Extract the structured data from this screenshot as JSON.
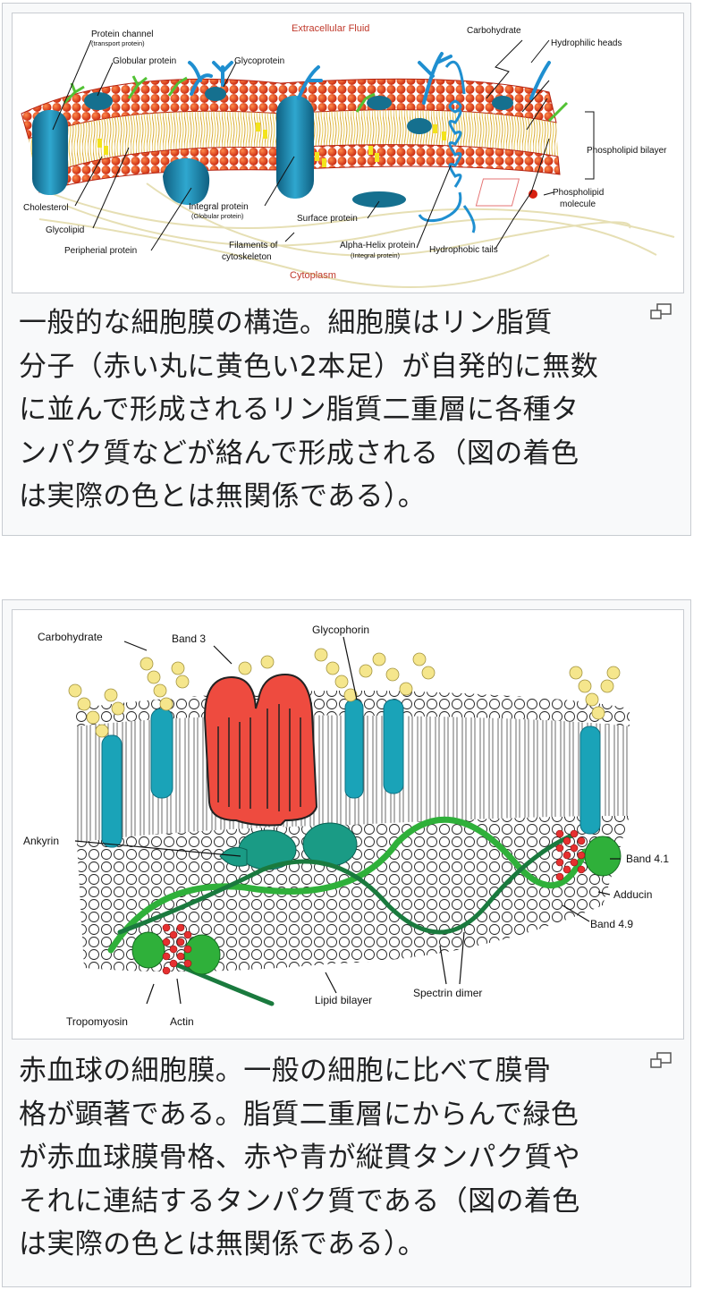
{
  "figure1": {
    "labels": {
      "extracellular": "Extracellular Fluid",
      "protein_channel": "Protein channel",
      "transport_protein": "(transport protein)",
      "globular_protein": "Globular protein",
      "glycoprotein": "Glycoprotein",
      "carbohydrate": "Carbohydrate",
      "hydrophilic_heads": "Hydrophilic heads",
      "phospholipid_bilayer": "Phospholipid bilayer",
      "phospholipid": "Phospholipid",
      "molecule": "molecule",
      "cholesterol": "Cholesterol",
      "glycolipid": "Glycolipid",
      "peripherial_protein": "Peripherial protein",
      "integral_protein": "Integral protein",
      "globular_protein_sub": "(Globular protein)",
      "surface_protein": "Surface protein",
      "filaments_of": "Filaments of",
      "cytoskeleton": "cytoskeleton",
      "alpha_helix": "Alpha-Helix protein",
      "integral_protein_sub": "(Integral protein)",
      "hydrophobic_tails": "Hydrophobic tails",
      "cytoplasm": "Cytoplasm"
    },
    "caption_lines": [
      "一般的な細胞膜の構造。細胞膜はリン脂質",
      "分子（赤い丸に黄色い2本足）が自発的に無数",
      "に並んで形成されるリン脂質二重層に各種タ",
      "ンパク質などが絡んで形成される（図の着色",
      "は実際の色とは無関係である）。"
    ]
  },
  "figure2": {
    "labels": {
      "carbohydrate": "Carbohydrate",
      "band3": "Band 3",
      "glycophorin": "Glycophorin",
      "ankyrin": "Ankyrin",
      "band41": "Band 4.1",
      "adducin": "Adducin",
      "band49": "Band 4.9",
      "lipid_bilayer": "Lipid bilayer",
      "spectrin_dimer": "Spectrin dimer",
      "tropomyosin": "Tropomyosin",
      "actin": "Actin"
    },
    "caption_lines": [
      "赤血球の細胞膜。一般の細胞に比べて膜骨",
      "格が顕著である。脂質二重層にからんで緑色",
      "が赤血球膜骨格、赤や青が縦貫タンパク質や",
      "それに連結するタンパク質である（図の着色",
      "は実際の色とは無関係である）。"
    ]
  },
  "colors": {
    "head_red": "#d9321a",
    "tail_yellow": "#e8c84a",
    "protein_teal": "#1e7fa0",
    "glyco_blue": "#1f8fd0",
    "label_red": "#c0392b",
    "band3_red": "#ee4b3f",
    "ankyrin_teal": "#1a9b85",
    "spectrin_green": "#2fb03a",
    "carb_yellow": "#f5e68c"
  },
  "icons": {
    "enlarge": "magnify-icon"
  }
}
